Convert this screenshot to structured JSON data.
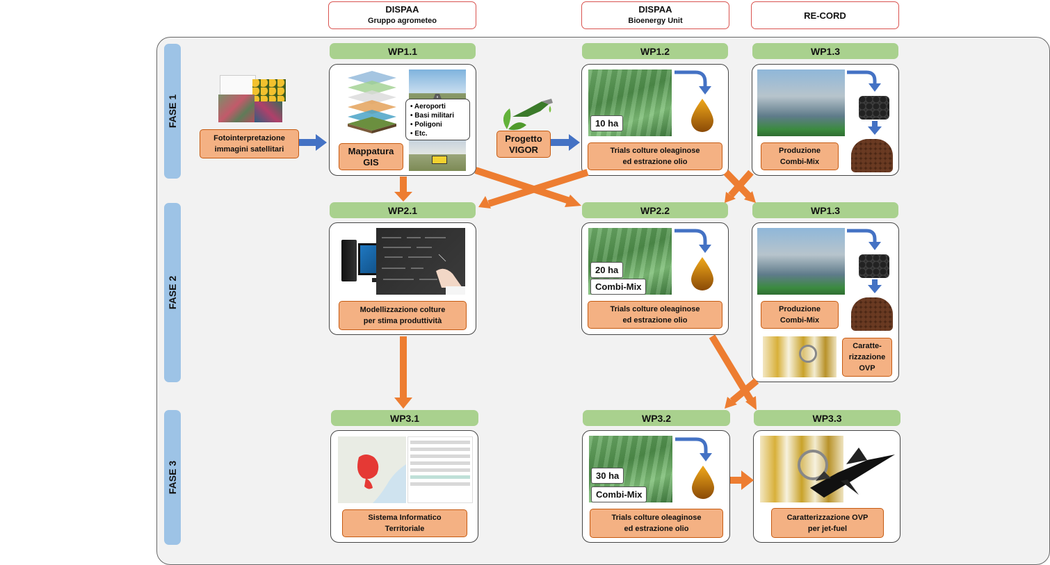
{
  "headers": {
    "dispaa_agro": {
      "title": "DISPAA",
      "sub": "Gruppo agrometeo"
    },
    "dispaa_bio": {
      "title": "DISPAA",
      "sub": "Bioenergy Unit"
    },
    "record": {
      "title": "RE-CORD"
    }
  },
  "phases": [
    "FASE 1",
    "FASE 2",
    "FASE 3"
  ],
  "wp": {
    "wp11": "WP1.1",
    "wp12": "WP1.2",
    "wp13a": "WP1.3",
    "wp21": "WP2.1",
    "wp22": "WP2.2",
    "wp13b": "WP1.3",
    "wp31": "WP3.1",
    "wp32": "WP3.2",
    "wp33": "WP3.3"
  },
  "labels": {
    "foto": [
      "Fotointerpretazione",
      "immagini satellitari"
    ],
    "gis": [
      "Mappatura",
      "GIS"
    ],
    "vigor": [
      "Progetto",
      "VIGOR"
    ],
    "trials1": [
      "Trials colture oleaginose",
      "ed estrazione olio"
    ],
    "combi1": [
      "Produzione",
      "Combi-Mix"
    ],
    "model": [
      "Modellizzazione colture",
      "per stima produttività"
    ],
    "trials2": [
      "Trials colture oleaginose",
      "ed estrazione olio"
    ],
    "combi2": [
      "Produzione",
      "Combi-Mix"
    ],
    "caratt": [
      "Caratte-",
      "rizzazione",
      "OVP"
    ],
    "sit": [
      "Sistema Informatico",
      "Territoriale"
    ],
    "trials3": [
      "Trials colture oleaginose",
      "ed estrazione olio"
    ],
    "ovp": [
      "Caratterizzazione OVP",
      "per jet-fuel"
    ]
  },
  "bullets": [
    "Aeroporti",
    "Basi militari",
    "Poligoni",
    "Etc."
  ],
  "ha": {
    "wp12": "10 ha",
    "wp22": "20 ha",
    "wp32": "30 ha",
    "combi_mix_22": "Combi-Mix",
    "combi_mix_32": "Combi-Mix"
  },
  "colors": {
    "wp_green": "#a9d18e",
    "label_orange": "#f4b183",
    "phase_blue": "#9dc3e6",
    "arrow_orange": "#ed7d31",
    "arrow_blue": "#4472c4"
  }
}
